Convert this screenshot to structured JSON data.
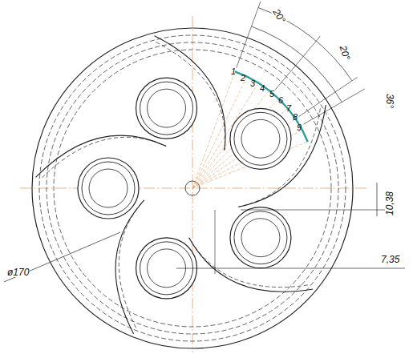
{
  "diagram": {
    "labels": [
      "20°",
      "20°",
      "36°",
      "1",
      "2",
      "3",
      "4",
      "5",
      "6",
      "7",
      "8",
      "9",
      "10,38",
      "7,35",
      "ø170"
    ]
  }
}
